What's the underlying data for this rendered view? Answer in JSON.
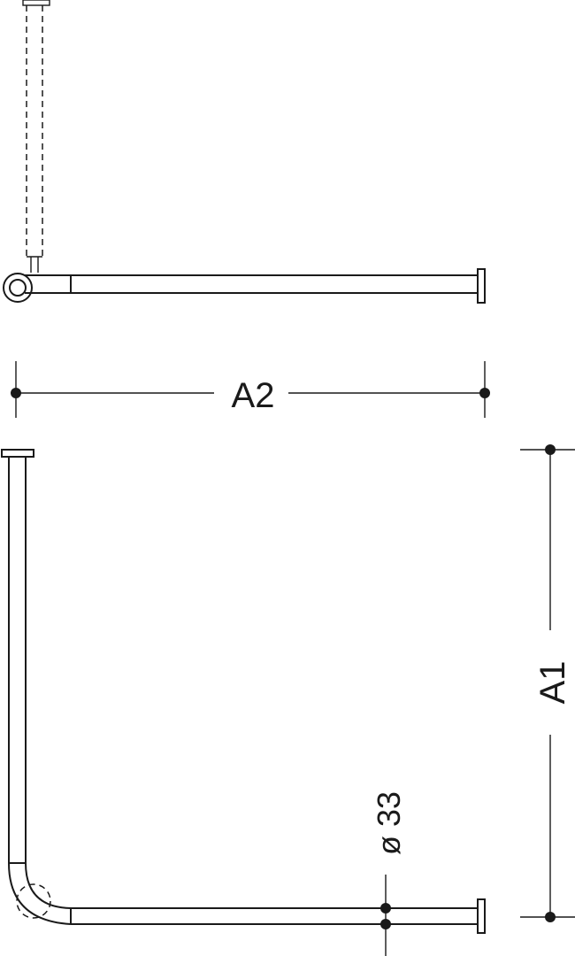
{
  "dimensions": {
    "width_label": "A2",
    "height_label": "A1",
    "diameter_label": "ø 33"
  },
  "colors": {
    "ink": "#1a1a1a",
    "background": "#ffffff"
  }
}
